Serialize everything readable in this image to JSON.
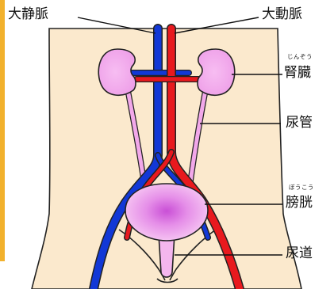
{
  "labels": {
    "vena_cava": "大静脈",
    "aorta": "大動脈",
    "kidney": "腎臓",
    "kidney_reading": "じんぞう",
    "ureter": "尿管",
    "bladder": "膀胱",
    "bladder_reading": "ぼうこう",
    "urethra": "尿道"
  },
  "colors": {
    "border": "#f2b12c",
    "body": "#fbe9cd",
    "vein": "#1238d6",
    "artery": "#e8191e",
    "organ": "#f2a8ea",
    "organ_core": "#d96ae0",
    "outline": "#222222"
  }
}
